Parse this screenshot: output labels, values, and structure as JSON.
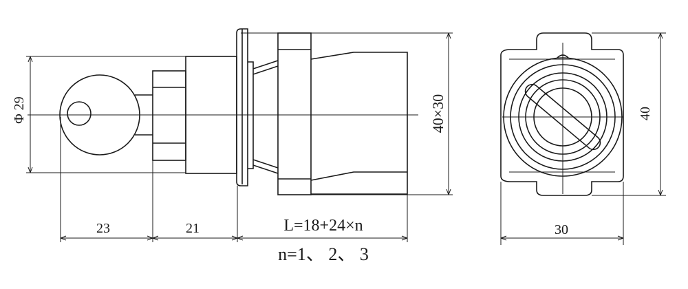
{
  "dimensions": {
    "key_length": "23",
    "collar_length": "21",
    "body_length_formula": "L=18+24×n",
    "n_values": "n=1、 2、 3",
    "key_diameter": "Φ 29",
    "body_section": "40×30",
    "end_width": "30",
    "end_height": "40"
  }
}
